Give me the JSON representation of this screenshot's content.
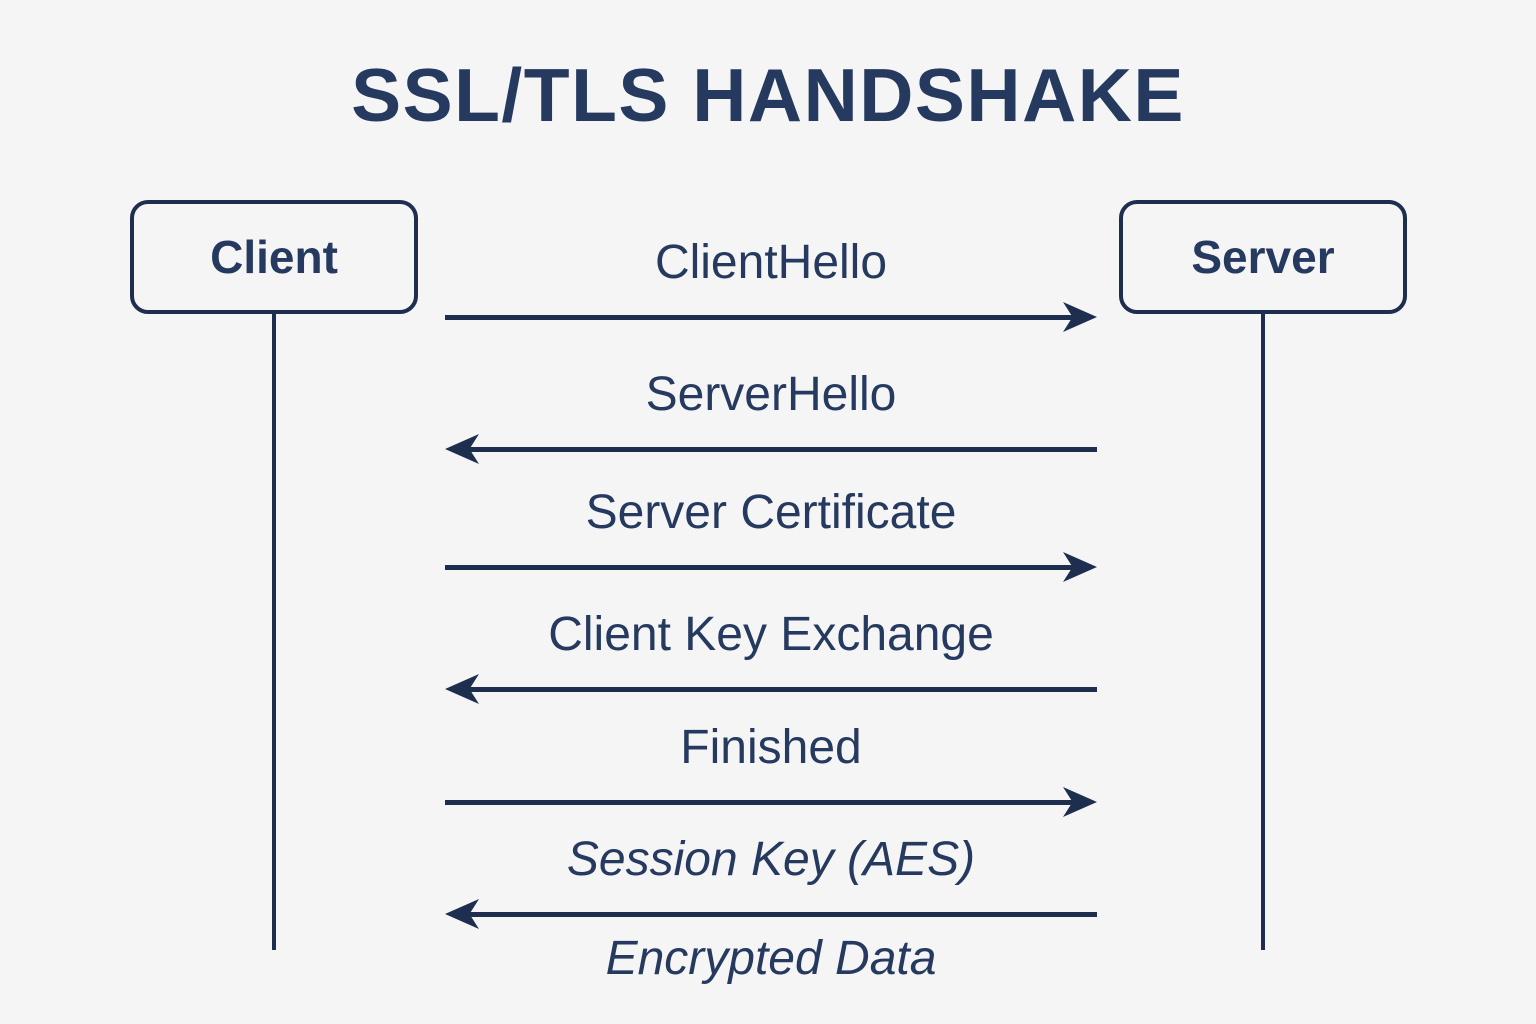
{
  "title": "SSL/TLS HANDSHAKE",
  "actors": {
    "client": {
      "label": "Client"
    },
    "server": {
      "label": "Server"
    }
  },
  "messages": [
    {
      "label": "ClientHello",
      "direction": "right",
      "italic": false
    },
    {
      "label": "ServerHello",
      "direction": "left",
      "italic": false
    },
    {
      "label": "Server Certificate",
      "direction": "right",
      "italic": false
    },
    {
      "label": "Client Key Exchange",
      "direction": "left",
      "italic": false
    },
    {
      "label": "Finished",
      "direction": "right",
      "italic": false
    },
    {
      "label": "Session Key (AES)",
      "direction": "left",
      "italic": true
    },
    {
      "label": "Encrypted Data",
      "direction": "none",
      "italic": true
    }
  ],
  "colors": {
    "ink": "#253a5e",
    "line": "#1e2e4e",
    "background": "#f5f5f6"
  }
}
